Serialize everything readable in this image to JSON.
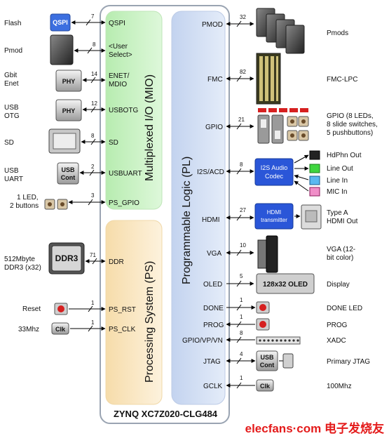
{
  "chip_name": "ZYNQ XC7Z020-CLG484",
  "mio_title": "Multiplexed I/O (MIO)",
  "ps_title": "Processing System (PS)",
  "pl_title": "Programmable Logic (PL)",
  "watermark": "elecfans·com 电子发烧友",
  "left": {
    "flash": {
      "label": "Flash",
      "chip": "QSPI",
      "bus": "7",
      "signal": "QSPI"
    },
    "pmod": {
      "label": "Pmod",
      "bus": "8",
      "signal": "<User Select>",
      "signal_line1": "<User",
      "signal_line2": "Select>"
    },
    "enet": {
      "label": "Gbit Enet",
      "label_line1": "Gbit",
      "label_line2": "Enet",
      "chip": "PHY",
      "bus": "14",
      "signal": "ENET/ MDIO",
      "signal_line1": "ENET/",
      "signal_line2": "MDIO"
    },
    "usbotg": {
      "label": "USB OTG",
      "label_line1": "USB",
      "label_line2": "OTG",
      "chip": "PHY",
      "bus": "12",
      "signal": "USBOTG"
    },
    "sd": {
      "label": "SD",
      "bus": "8",
      "signal": "SD"
    },
    "usbuart": {
      "label": "USB UART",
      "label_line1": "USB",
      "label_line2": "UART",
      "chip": "USB Cont",
      "chip_line1": "USB",
      "chip_line2": "Cont",
      "bus": "2",
      "signal": "USBUART"
    },
    "gpio": {
      "label": "1 LED, 2 buttons",
      "label_line1": "1 LED,",
      "label_line2": "2 buttons",
      "bus": "3",
      "signal": "PS_GPIO"
    },
    "ddr": {
      "label": "512Mbyte DDR3 (x32)",
      "label_line1": "512Mbyte",
      "label_line2": "DDR3 (x32)",
      "chip": "DDR3",
      "bus": "71",
      "signal": "DDR"
    },
    "reset": {
      "label": "Reset",
      "bus": "1",
      "signal": "PS_RST"
    },
    "clk": {
      "label": "33Mhz",
      "chip": "Clk",
      "bus": "1",
      "signal": "PS_CLK"
    }
  },
  "right": {
    "pmod": {
      "signal": "PMOD",
      "bus": "32",
      "label": "Pmods"
    },
    "fmc": {
      "signal": "FMC",
      "bus": "82",
      "label": "FMC-LPC"
    },
    "gpio": {
      "signal": "GPIO",
      "bus": "21",
      "label": "GPIO (8 LEDs, 8 slide switches, 5 pushbuttons)",
      "label_line1": "GPIO (8 LEDs,",
      "label_line2": "8 slide switches,",
      "label_line3": "5 pushbuttons)"
    },
    "i2s": {
      "signal": "I2S/ACD",
      "bus": "8",
      "chip": "I2S Audio Codec",
      "chip_line1": "I2S Audio",
      "chip_line2": "Codec",
      "outputs": [
        "HdPhn Out",
        "Line Out",
        "Line In",
        "MIC In"
      ]
    },
    "hdmi": {
      "signal": "HDMI",
      "bus": "27",
      "chip": "HDMI transmitter",
      "chip_line1": "HDMI",
      "chip_line2": "transmitter",
      "label": "Type A HDMI Out",
      "label_line1": "Type A",
      "label_line2": "HDMI Out"
    },
    "vga": {
      "signal": "VGA",
      "bus": "10",
      "label": "VGA (12-bit color)",
      "label_line1": "VGA (12-",
      "label_line2": "bit color)"
    },
    "oled": {
      "signal": "OLED",
      "bus": "5",
      "chip": "128x32 OLED",
      "label": "Display"
    },
    "done": {
      "signal": "DONE",
      "bus": "1",
      "label": "DONE LED"
    },
    "prog": {
      "signal": "PROG",
      "bus": "1",
      "label": "PROG"
    },
    "xadc": {
      "signal": "GPIO/VP/VN",
      "bus": "8",
      "label": "XADC"
    },
    "jtag": {
      "signal": "JTAG",
      "bus": "4",
      "chip": "USB Cont",
      "chip_line1": "USB",
      "chip_line2": "Cont",
      "label": "Primary JTAG"
    },
    "gclk": {
      "signal": "GCLK",
      "bus": "1",
      "chip": "Clk",
      "label": "100Mhz"
    }
  },
  "colors": {
    "mio_fill": "#c9f2c4",
    "ps_fill": "#fbe9c8",
    "pl_fill": "#cfdcf2",
    "chip_blue": "#2a56d8",
    "button_red": "#d62020",
    "watermark_red": "#e41b1b"
  }
}
